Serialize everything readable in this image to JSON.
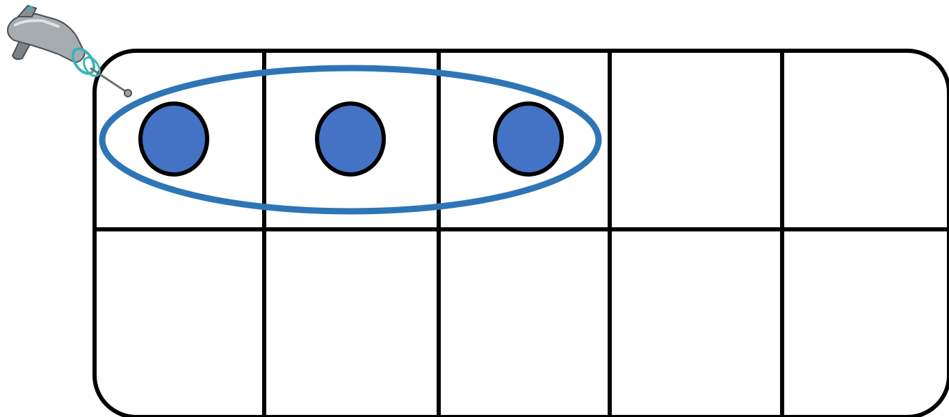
{
  "ten_frame": {
    "rows": 2,
    "columns": 5,
    "filled_cells": [
      {
        "row": 1,
        "column": 1
      },
      {
        "row": 1,
        "column": 2
      },
      {
        "row": 1,
        "column": 3
      }
    ],
    "counters_filled": 3,
    "counter_color": "#4472c4",
    "counter_outline_color": "#000000",
    "grid_color": "#000000",
    "background_color": "#ffffff"
  },
  "group_loop": {
    "encloses_cells": [
      1,
      2,
      3
    ],
    "color": "#2e75b6"
  },
  "tool": {
    "icon": "ray-gun-icon",
    "body_color": "#8a8f94",
    "ring_color": "#3cb4b4"
  }
}
